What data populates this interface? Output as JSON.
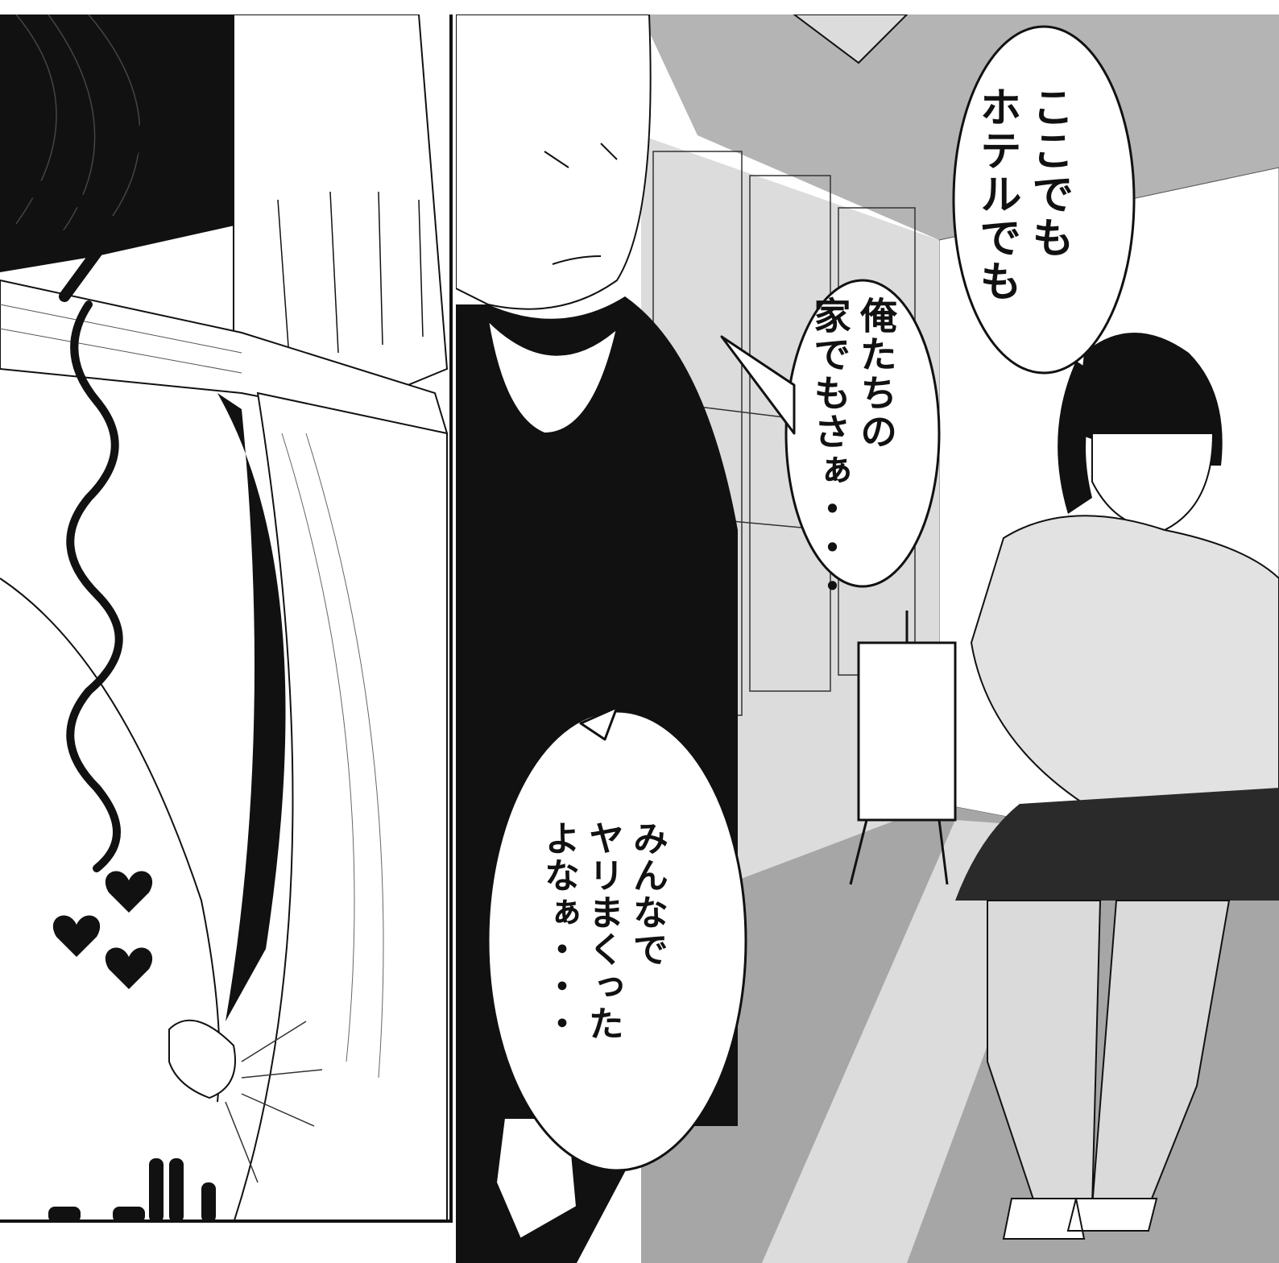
{
  "speech": {
    "bubble_top": {
      "lines": [
        "ここでも",
        "ホテルでも"
      ]
    },
    "bubble_middle": {
      "lines": [
        "俺たちの",
        "家でもさぁ・・・"
      ]
    },
    "bubble_bottom": {
      "lines": [
        "みんなで",
        "ヤリまくった",
        "よなぁ・・・"
      ]
    }
  },
  "colors": {
    "ink": "#111111",
    "paper": "#ffffff",
    "screentone_mid": "#b4b4b4",
    "screentone_light": "#dcdcdc",
    "screentone_dark": "#8c8c8c"
  }
}
